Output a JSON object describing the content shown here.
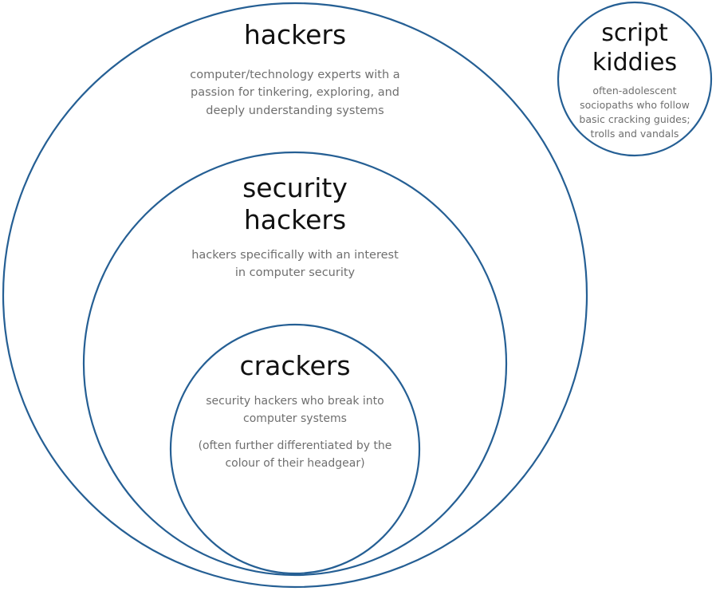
{
  "colors": {
    "circle_stroke": "#255f94",
    "title_text": "#111111",
    "description_text": "#6f6f6f",
    "background": "#ffffff"
  },
  "circles": {
    "hackers": {
      "title": "hackers",
      "description": "computer/technology experts with a passion for tinkering, exploring, and deeply understanding systems"
    },
    "security_hackers": {
      "title": "security hackers",
      "description": "hackers specifically with an interest in computer security"
    },
    "crackers": {
      "title": "crackers",
      "description": "security hackers who break into computer systems",
      "note": "(often further differentiated by the colour of their headgear)"
    },
    "script_kiddies": {
      "title": "script kiddies",
      "description": "often-adolescent sociopaths who follow basic cracking guides; trolls and vandals"
    }
  }
}
